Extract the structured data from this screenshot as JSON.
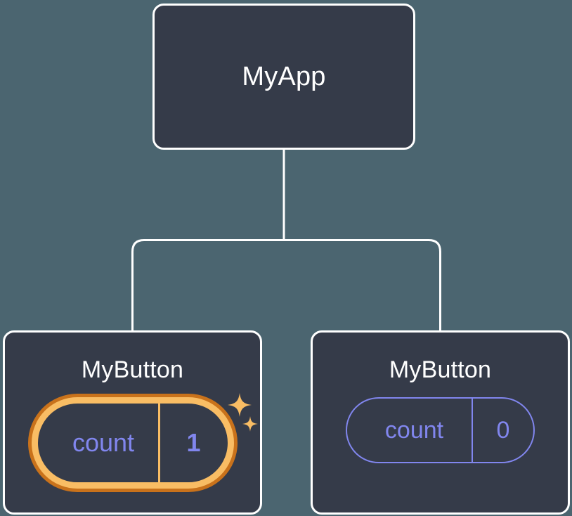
{
  "diagram": {
    "title": "component-tree-state-update",
    "background_color": "#4b6570",
    "node_fill_color": "#353b49",
    "node_border_color": "#ffffff",
    "connector_color": "#ffffff",
    "accent_state_color": "#8186ee",
    "highlight_inner_color": "#f9bd64",
    "highlight_outer_color": "#c9721b",
    "sparkle_color": "#f9bd64"
  },
  "root": {
    "label": "MyApp"
  },
  "children": [
    {
      "label": "MyButton",
      "state": {
        "key": "count",
        "value": "1"
      },
      "highlighted": true,
      "sparkle_icons": [
        "sparkle-large-icon",
        "sparkle-small-icon"
      ]
    },
    {
      "label": "MyButton",
      "state": {
        "key": "count",
        "value": "0"
      },
      "highlighted": false
    }
  ]
}
